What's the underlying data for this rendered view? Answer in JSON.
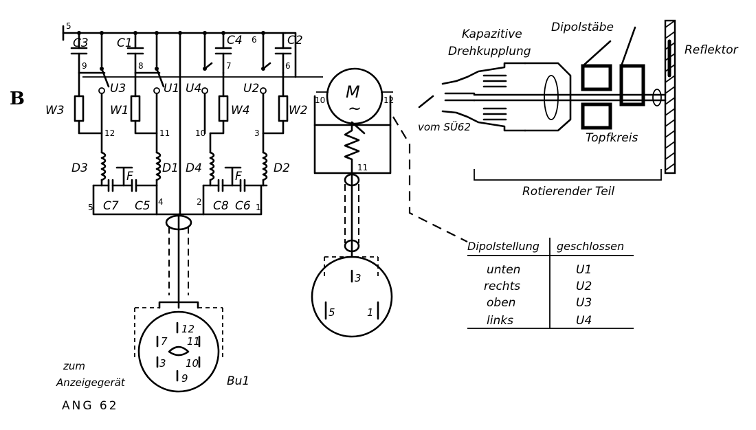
{
  "figure_label": "B",
  "switch_bank": {
    "capacitors": [
      "C3",
      "C1",
      "C4",
      "C2"
    ],
    "switches": [
      "U3",
      "U1",
      "U4",
      "U2"
    ],
    "resistors": [
      "W3",
      "W1",
      "W4",
      "W2"
    ],
    "chokes": [
      "D3",
      "D1",
      "D4",
      "D2"
    ],
    "lower_caps": [
      "C7",
      "C5",
      "C8",
      "C6"
    ],
    "pin_numbers": {
      "top_left": "5",
      "top_right": "6",
      "cap_pins": [
        "9",
        "8",
        "7",
        "6"
      ],
      "res_pins": [
        "12",
        "11",
        "10",
        "3"
      ],
      "bus_pins": [
        "5",
        "4",
        "2",
        "1"
      ]
    }
  },
  "motor": {
    "symbol": "M",
    "tilde": "~",
    "pin_left": "10",
    "pin_right": "12",
    "resistor_pin": "11"
  },
  "connector_left": {
    "name": "Bu1",
    "pins": [
      "12",
      "7",
      "11",
      "3",
      "10",
      "9"
    ]
  },
  "connector_mid": {
    "pins": [
      "3",
      "5",
      "1"
    ]
  },
  "antenna": {
    "kapazitive": "Kapazitive",
    "drehkupplung": "Drehkupplung",
    "dipolstaebe": "Dipolstäbe",
    "reflektor": "Reflektor",
    "vom": "vom SÜ62",
    "topfkreis": "Topfkreis",
    "rotierender_teil": "Rotierender Teil"
  },
  "target_note": {
    "line1": "zum",
    "line2": "Anzeigegerät",
    "line3": "ANG 62"
  },
  "table": {
    "header_left": "Dipolstellung",
    "header_right": "geschlossen",
    "rows": [
      {
        "pos": "unten",
        "sw": "U1"
      },
      {
        "pos": "rechts",
        "sw": "U2"
      },
      {
        "pos": "oben",
        "sw": "U3"
      },
      {
        "pos": "links",
        "sw": "U4"
      }
    ]
  }
}
